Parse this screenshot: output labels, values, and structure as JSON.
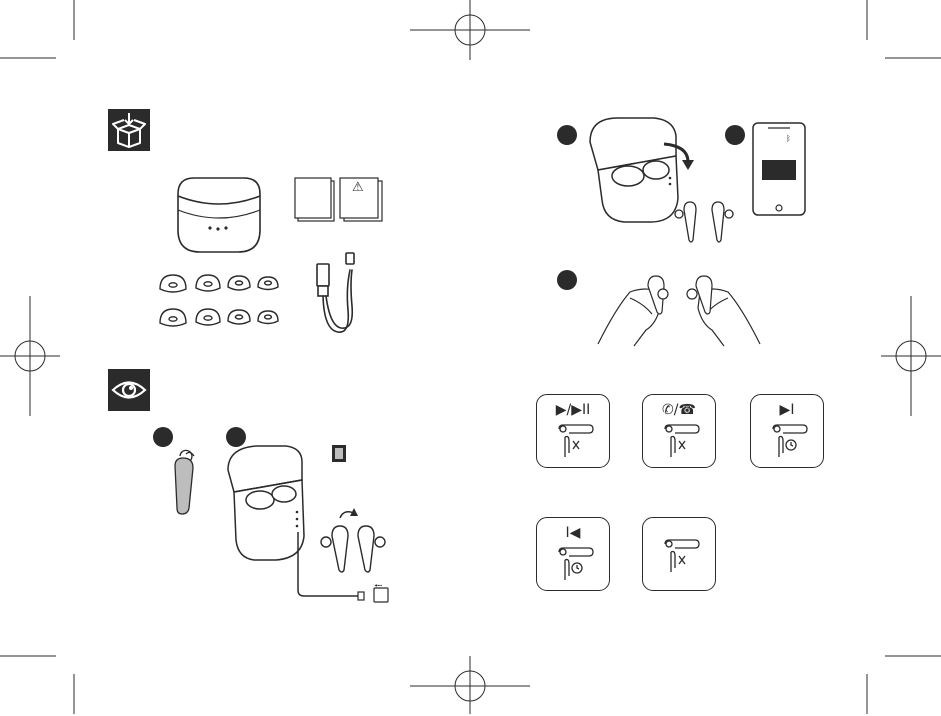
{
  "sections": {
    "package_contents": {
      "icon": "open-box-icon"
    },
    "overview": {
      "icon": "eye-icon"
    }
  },
  "leaflets": {
    "warning_symbol": "⚠"
  },
  "cable": {
    "usb_symbol": "⭪"
  },
  "phone": {
    "bluetooth_symbol": "ᛒ"
  },
  "controls": [
    {
      "icon": "play-pause-icon",
      "glyph": "▶/▶II",
      "gesture": "single-tap"
    },
    {
      "icon": "answer-end-call-icon",
      "glyph": "✆/☎",
      "gesture": "single-tap"
    },
    {
      "icon": "next-track-icon",
      "glyph": "▶I",
      "gesture": "long-press"
    },
    {
      "icon": "previous-track-icon",
      "glyph": "I◀",
      "gesture": "long-press"
    },
    {
      "icon": "tap-icon",
      "glyph": "",
      "gesture": "single-tap"
    }
  ],
  "colors": {
    "ink": "#2b2b2b",
    "paper": "#ffffff",
    "battery_fill": "#bdbdbd"
  }
}
